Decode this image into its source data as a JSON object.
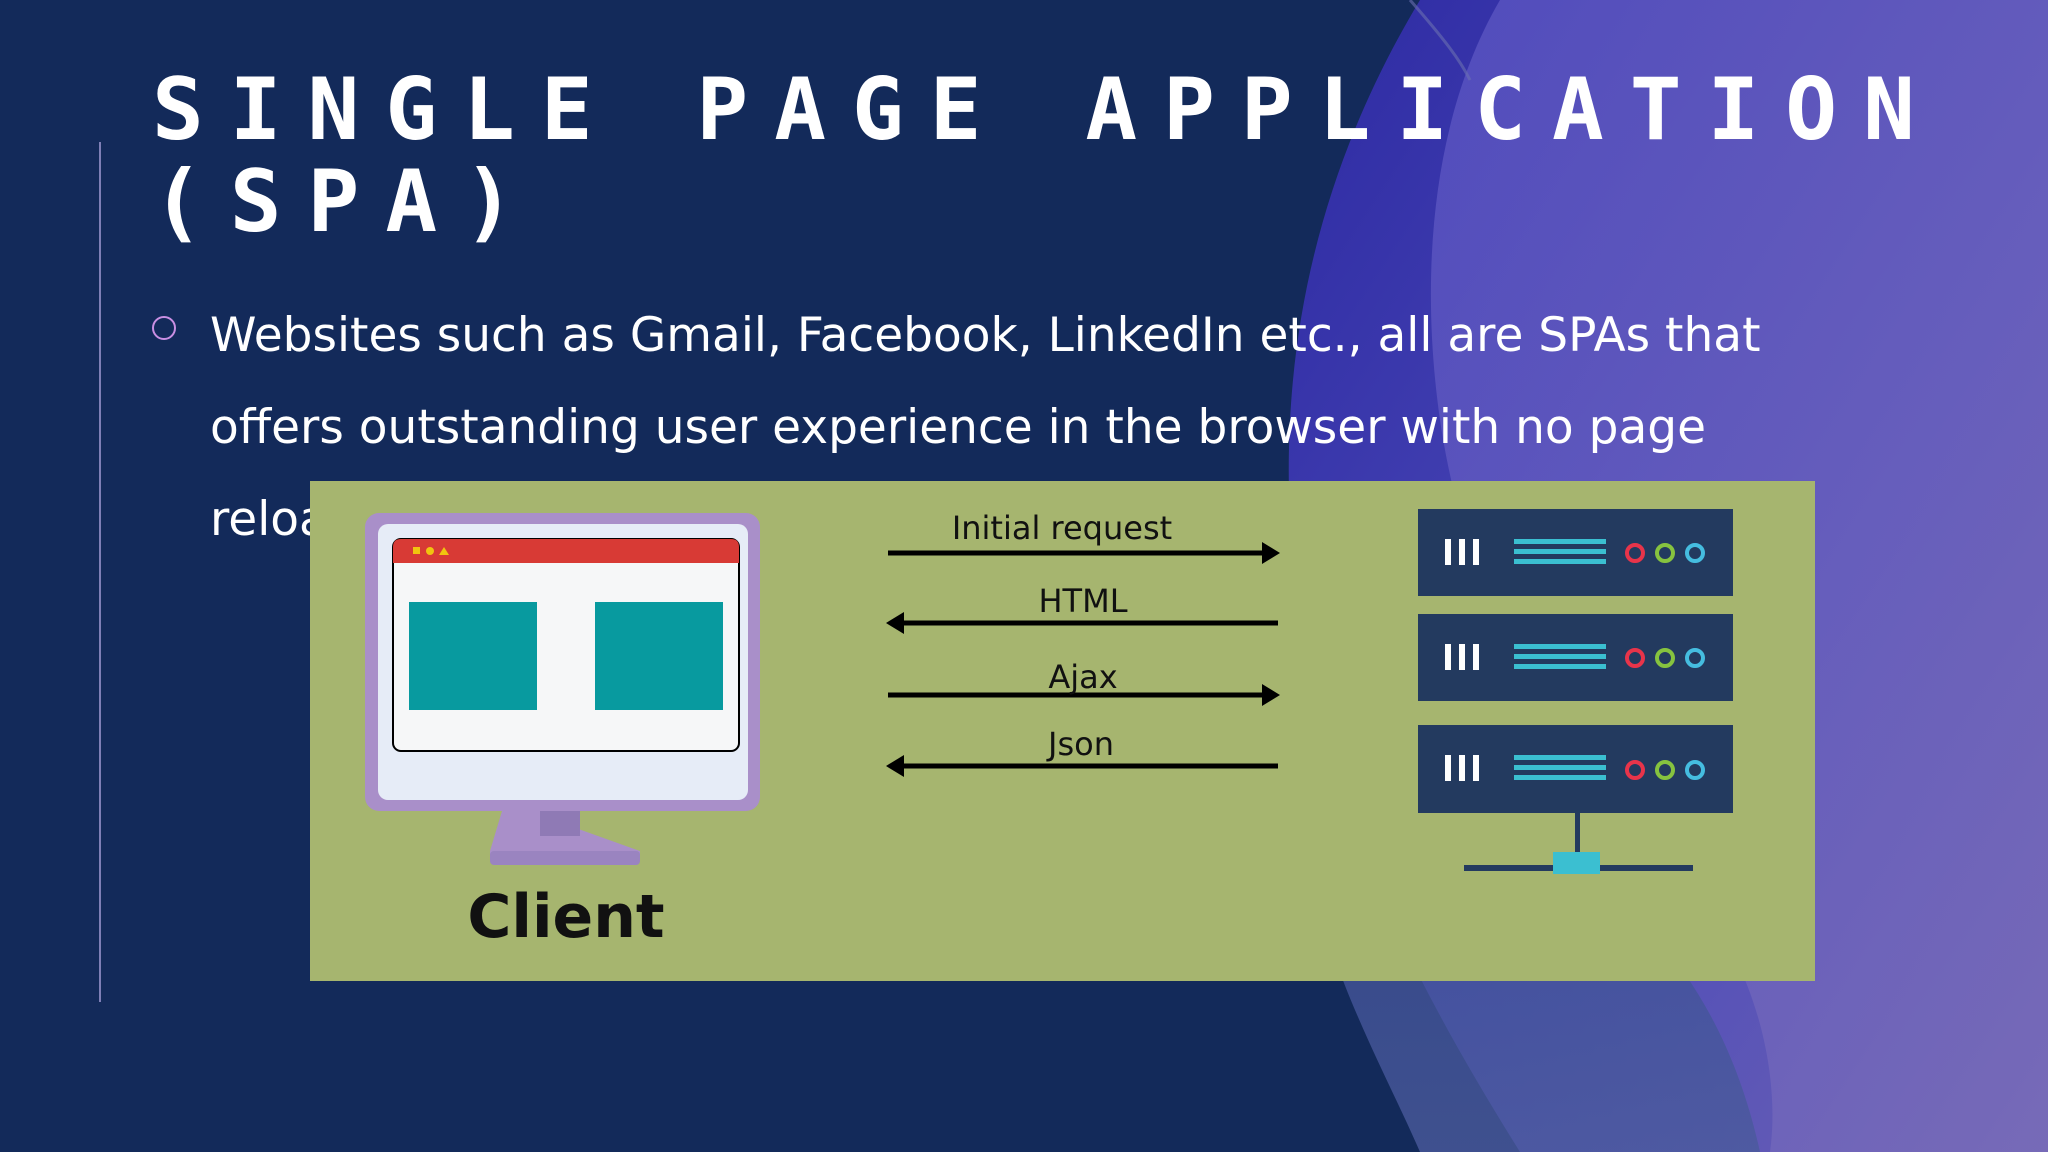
{
  "slide": {
    "title": "SINGLE PAGE APPLICATION\n(SPA)",
    "bullet": "Websites such as Gmail, Facebook, LinkedIn etc., all are SPAs that offers outstanding user experience in the browser with no page reloading"
  },
  "diagram": {
    "client_label": "Client",
    "flows": [
      {
        "label": "Initial request",
        "direction": "to-server"
      },
      {
        "label": "HTML",
        "direction": "to-client"
      },
      {
        "label": "Ajax",
        "direction": "to-server"
      },
      {
        "label": "Json",
        "direction": "to-client"
      }
    ],
    "server_units": 3
  },
  "colors": {
    "background": "#132a5a",
    "panel": "#a6b56f",
    "wave": "#4a49b8",
    "monitor_frame": "#a98fc9",
    "browser_bar": "#d83a35",
    "content_block": "#089a9f",
    "server_body": "#233a5f",
    "server_cyan": "#3bbfd1",
    "led_red": "#e8344a",
    "led_green": "#86c33f",
    "led_cyan": "#45bde0",
    "arrow": "#000000",
    "bullet_mark": "#c98fe3"
  }
}
